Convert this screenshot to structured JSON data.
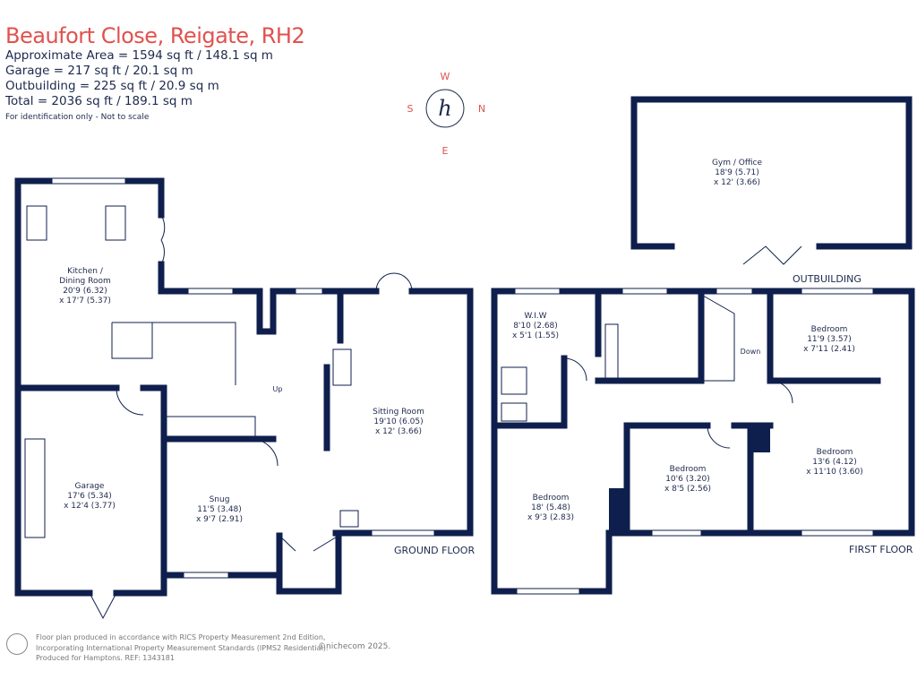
{
  "header": {
    "title": "Beaufort Close, Reigate, RH2",
    "areas": [
      "Approximate Area = 1594 sq ft / 148.1 sq m",
      "Garage = 217 sq ft / 20.1 sq m",
      "Outbuilding = 225 sq ft / 20.9 sq m",
      "Total = 2036 sq ft / 189.1 sq m"
    ],
    "note": "For identification only - Not to scale"
  },
  "compass": {
    "w": "W",
    "s": "S",
    "n": "N",
    "e": "E",
    "logo": "h"
  },
  "ground_floor": {
    "label": "GROUND FLOOR",
    "kitchen": [
      "Kitchen /",
      "Dining Room",
      "20'9 (6.32)",
      "x 17'7 (5.37)"
    ],
    "garage": [
      "Garage",
      "17'6 (5.34)",
      "x 12'4 (3.77)"
    ],
    "snug": [
      "Snug",
      "11'5 (3.48)",
      "x 9'7 (2.91)"
    ],
    "sitting": [
      "Sitting Room",
      "19'10 (6.05)",
      "x 12' (3.66)"
    ],
    "up": "Up"
  },
  "first_floor": {
    "label": "FIRST FLOOR",
    "wiw": [
      "W.I.W",
      "8'10 (2.68)",
      "x 5'1 (1.55)"
    ],
    "bed1": [
      "Bedroom",
      "18' (5.48)",
      "x 9'3 (2.83)"
    ],
    "bed2": [
      "Bedroom",
      "10'6 (3.20)",
      "x 8'5 (2.56)"
    ],
    "bed3": [
      "Bedroom",
      "13'6 (4.12)",
      "x 11'10 (3.60)"
    ],
    "bed4": [
      "Bedroom",
      "11'9 (3.57)",
      "x 7'11 (2.41)"
    ],
    "down": "Down"
  },
  "outbuilding": {
    "label": "OUTBUILDING",
    "gym": [
      "Gym / Office",
      "18'9 (5.71)",
      "x 12' (3.66)"
    ]
  },
  "footer": {
    "lines": [
      "Floor plan produced in accordance with RICS Property Measurement 2nd Edition,",
      "Incorporating International Property Measurement Standards (IPMS2 Residential).",
      "Produced for Hamptons.   REF:  1343181"
    ],
    "brand": "©nichecom 2025."
  }
}
